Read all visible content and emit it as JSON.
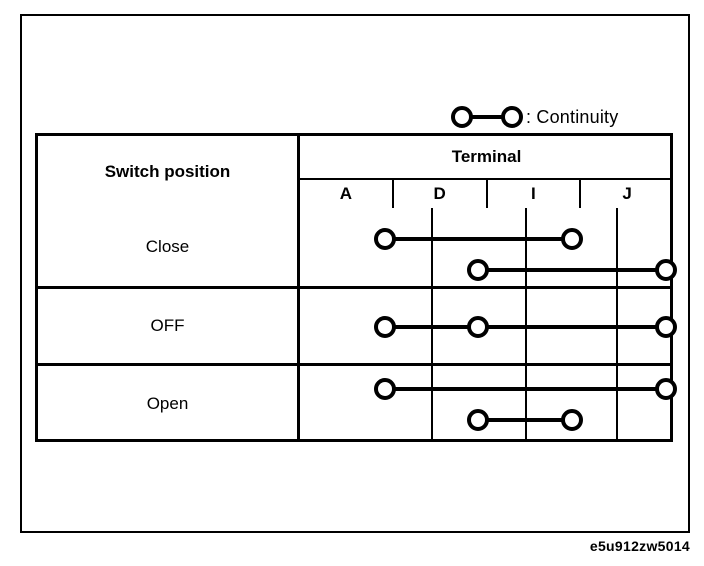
{
  "legend": {
    "symbol_name": "continuity-symbol",
    "label": ": Continuity"
  },
  "table": {
    "header": {
      "switch_position": "Switch position",
      "terminal_group": "Terminal",
      "terminals": [
        "A",
        "D",
        "I",
        "J"
      ]
    },
    "rows": [
      {
        "label": "Close",
        "connections": [
          {
            "terminals": [
              "A",
              "I"
            ],
            "level": "upper"
          },
          {
            "terminals": [
              "D",
              "J"
            ],
            "level": "lower"
          }
        ]
      },
      {
        "label": "OFF",
        "connections": [
          {
            "terminals": [
              "A",
              "D",
              "J"
            ],
            "level": "middle"
          }
        ]
      },
      {
        "label": "Open",
        "connections": [
          {
            "terminals": [
              "A",
              "J"
            ],
            "level": "upper"
          },
          {
            "terminals": [
              "D",
              "I"
            ],
            "level": "lower"
          }
        ]
      }
    ]
  },
  "caption": "e5u912zw5014",
  "colors": {
    "ink": "#000000",
    "paper": "#ffffff"
  }
}
